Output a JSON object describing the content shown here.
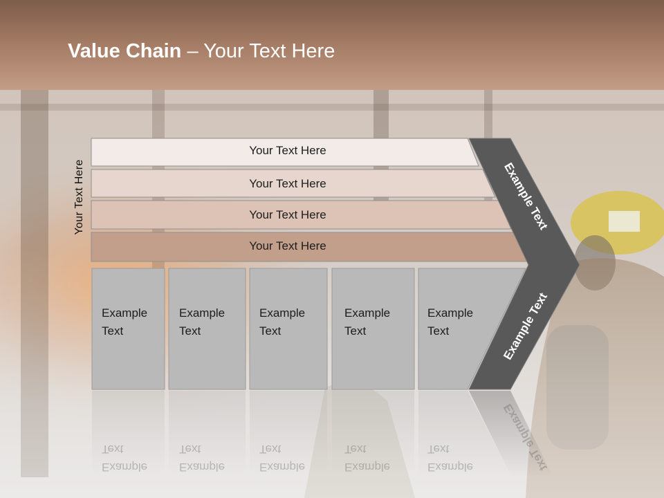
{
  "slide": {
    "title_bold": "Value Chain",
    "title_rest": " – Your Text Here",
    "vertical_label": "Your Text Here"
  },
  "bands": [
    {
      "label": "Your Text Here",
      "color": "#f2ebe8"
    },
    {
      "label": "Your Text Here",
      "color": "#e7d6ce"
    },
    {
      "label": "Your Text Here",
      "color": "#dcc3b5"
    },
    {
      "label": "Your Text Here",
      "color": "#c29f8a"
    }
  ],
  "columns": [
    {
      "line1": "Example",
      "line2": "Text"
    },
    {
      "line1": "Example",
      "line2": "Text"
    },
    {
      "line1": "Example",
      "line2": "Text"
    },
    {
      "line1": "Example",
      "line2": "Text"
    },
    {
      "line1": "Example",
      "line2": "Text"
    }
  ],
  "chevron": {
    "upper_label": "Example Text",
    "lower_label": "Example Text",
    "color": "#595959"
  },
  "colors": {
    "title_band": "#9f7159",
    "column_fill": "#b9b9b9"
  }
}
